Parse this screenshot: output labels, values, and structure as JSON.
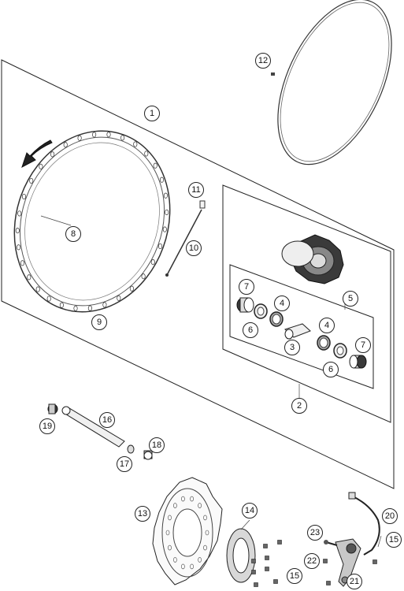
{
  "callouts": [
    {
      "id": "c1",
      "label": "1"
    },
    {
      "id": "c2",
      "label": "2"
    },
    {
      "id": "c3",
      "label": "3"
    },
    {
      "id": "c4a",
      "label": "4"
    },
    {
      "id": "c4b",
      "label": "4"
    },
    {
      "id": "c5",
      "label": "5"
    },
    {
      "id": "c6a",
      "label": "6"
    },
    {
      "id": "c6b",
      "label": "6"
    },
    {
      "id": "c7a",
      "label": "7"
    },
    {
      "id": "c7b",
      "label": "7"
    },
    {
      "id": "c8",
      "label": "8"
    },
    {
      "id": "c9",
      "label": "9"
    },
    {
      "id": "c10",
      "label": "10"
    },
    {
      "id": "c11",
      "label": "11"
    },
    {
      "id": "c12",
      "label": "12"
    },
    {
      "id": "c13",
      "label": "13"
    },
    {
      "id": "c14",
      "label": "14"
    },
    {
      "id": "c15a",
      "label": "15"
    },
    {
      "id": "c15b",
      "label": "15"
    },
    {
      "id": "c16",
      "label": "16"
    },
    {
      "id": "c17",
      "label": "17"
    },
    {
      "id": "c18",
      "label": "18"
    },
    {
      "id": "c19",
      "label": "19"
    },
    {
      "id": "c20",
      "label": "20"
    },
    {
      "id": "c21",
      "label": "21"
    },
    {
      "id": "c22",
      "label": "22"
    },
    {
      "id": "c23",
      "label": "23"
    }
  ]
}
